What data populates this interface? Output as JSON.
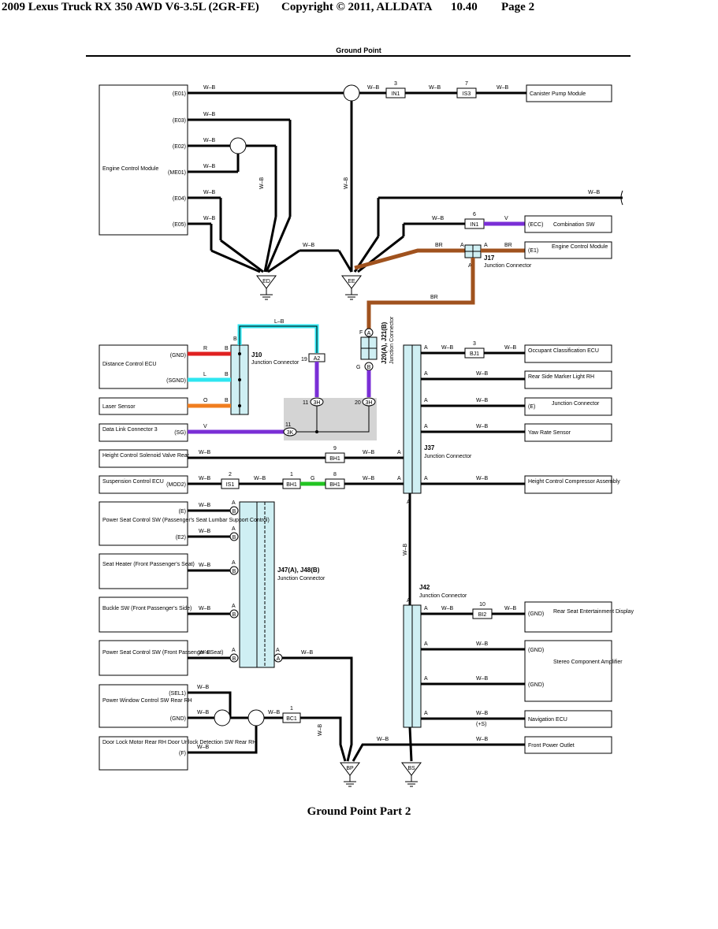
{
  "header": {
    "vehicle": "2009 Lexus Truck RX 350 AWD V6-3.5L (2GR-FE)",
    "copyright": "Copyright © 2011, ALLDATA",
    "version": "10.40",
    "page": "Page 2"
  },
  "diagram_title": "Ground Point",
  "caption": "Ground Point Part 2",
  "colors": {
    "red": "#e02020",
    "cyan": "#2ee6f0",
    "orange": "#f07d1e",
    "purple": "#7a2fd6",
    "green": "#22c422",
    "brown": "#a0521e",
    "junction": "#cfeff3",
    "gray_area": "#d4d4d4"
  },
  "components": {
    "ecm_left": "Engine Control Module",
    "canister": "Canister Pump Module",
    "combination_sw": "Combination SW",
    "ecm_right": "Engine Control Module",
    "distance_ecu": "Distance Control ECU",
    "laser_sensor": "Laser Sensor",
    "dlc3": "Data Link Connector 3",
    "height_rear": "Height Control Solenoid Valve Rear",
    "suspension_ecu": "Suspension Control ECU",
    "pwr_seat_pass_lumbar": "Power Seat Control SW (Passenger's Seat Lumbar Support Control)",
    "seat_heater": "Seat Heater (Front Passenger's Seat)",
    "buckle_sw": "Buckle SW (Front Passenger's Side)",
    "pwr_seat_front_pass": "Power Seat Control SW (Front Passenger's Seat)",
    "pwr_window_rr": "Power Window Control SW Rear RH",
    "door_lock_rr": "Door Lock Motor Rear RH Door Unlock Detection SW Rear RH",
    "occupant_ecu": "Occupant Classification ECU",
    "rear_side_marker": "Rear Side Marker Light RH",
    "junction_conn_r": "Junction Connector",
    "yaw_rate": "Yaw Rate Sensor",
    "height_comp": "Height Control Compressor Assembly",
    "rear_seat_ent": "Rear Seat Entertainment Display",
    "stereo_amp": "Stereo Component Amplifier",
    "nav_ecu": "Navigation ECU",
    "front_outlet": "Front Power Outlet"
  },
  "junctions": {
    "j10": "J10",
    "j10_sub": "Junction Connector",
    "j17": "J17",
    "j17_sub": "Junction Connector",
    "j20": "J20(A), J21(B)",
    "j20_sub": "Junction Connector",
    "j37": "J37",
    "j37_sub": "Junction Connector",
    "j47": "J47(A), J48(B)",
    "j47_sub": "Junction Connector",
    "j42": "J42",
    "j42_sub": "Junction Connector"
  },
  "grounds": {
    "ed": "ED",
    "ee": "EE",
    "bp": "BP",
    "bs": "BS"
  },
  "pins": {
    "e01": "(E01)",
    "e03": "(E03)",
    "e02": "(E02)",
    "me01": "(ME01)",
    "e04": "(E04)",
    "e05": "(E05)",
    "ecc": "(ECC)",
    "e1": "(E1)",
    "gnd": "(GND)",
    "sgnd": "(SGND)",
    "sg": "(SG)",
    "mod2": "(MOD2)",
    "e": "(E)",
    "e2": "(E2)",
    "sel1": "(SEL1)",
    "f": "(F)",
    "plus_s": "(+S)"
  },
  "connectors": {
    "in1a": "IN1",
    "in1a_n": "3",
    "is3": "IS3",
    "is3_n": "7",
    "in1b": "IN1",
    "in1b_n": "6",
    "a2": "A2",
    "a2_n": "19",
    "bh": "3H",
    "bh_n": "11",
    "sh": "3H",
    "sh_n": "20",
    "sk": "3K",
    "sk_n": "11",
    "bh1a": "BH1",
    "bh1a_n": "9",
    "is1": "IS1",
    "is1_n": "2",
    "bh1b": "BH1",
    "bh1b_n": "1",
    "bh1c": "BH1",
    "bh1c_n": "8",
    "bj1": "BJ1",
    "bj1_n": "3",
    "bi2": "BI2",
    "bi2_n": "10",
    "bc1": "BC1",
    "bc1_n": "1"
  },
  "wires": {
    "wb": "W–B",
    "br": "BR",
    "v": "V",
    "lb": "L–B",
    "r": "R",
    "l": "L",
    "o": "O",
    "g": "G"
  },
  "letters": {
    "a": "A",
    "b": "B",
    "f": "F",
    "g": "G"
  }
}
